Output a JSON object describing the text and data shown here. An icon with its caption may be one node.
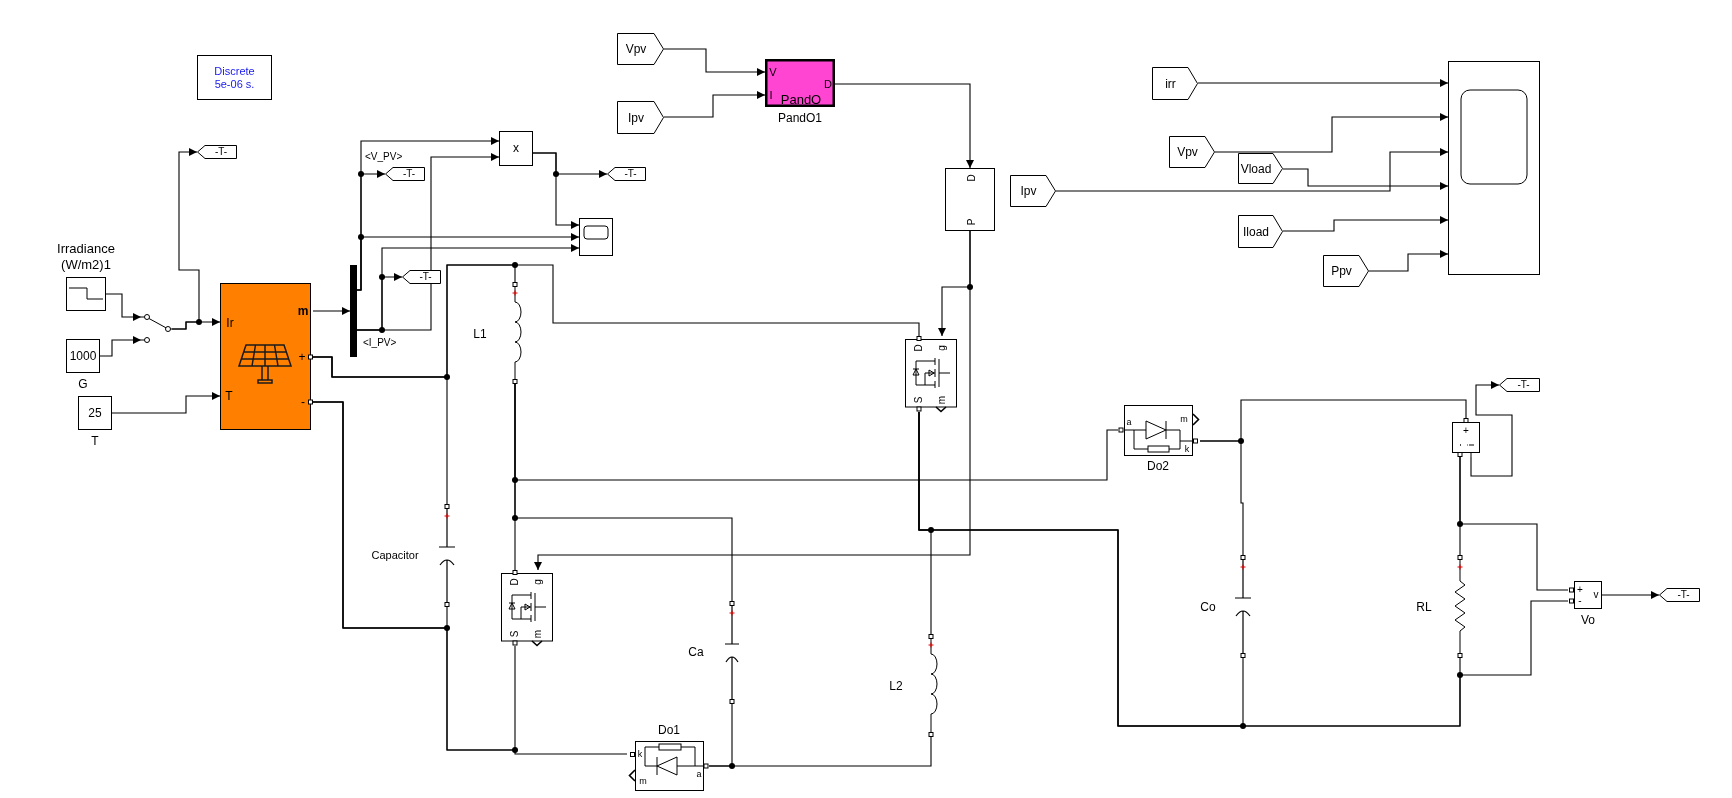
{
  "diagram": {
    "nodes": [
      {
        "text": [
          "Discrete 5e-06 s."
        ]
      },
      {
        "text": [
          "Vpv"
        ]
      },
      {
        "text": [
          "Ipv"
        ]
      },
      {
        "text": [
          "V",
          "D",
          "I",
          "PandO"
        ],
        "beside": [
          "PandO1"
        ]
      },
      {
        "text": [
          "irr"
        ]
      },
      {
        "text": [
          "Vpv"
        ]
      },
      {
        "text": [
          "Vload"
        ]
      },
      {
        "text": [
          "Ipv"
        ]
      },
      {
        "text": [
          "Iload"
        ]
      },
      {
        "text": [
          "Ppv"
        ]
      },
      {
        "text": [],
        "shape": "box"
      },
      {
        "text": [
          "-T-"
        ]
      },
      {
        "text": [
          "x"
        ]
      },
      {
        "text": [
          "-T-"
        ]
      },
      {
        "text": [
          "-T-"
        ]
      },
      {
        "text": [
          "D",
          "P"
        ]
      },
      {
        "text": [],
        "shape": "box"
      },
      {
        "text": [],
        "shape": "box",
        "beside": [
          "Irradiance (W/m2)1"
        ]
      },
      {
        "text": [
          "-T-"
        ]
      },
      {
        "text": [],
        "shape": "bar"
      },
      {
        "text": [
          "Ir",
          "m",
          "+",
          "T",
          "-"
        ]
      },
      {
        "text": [],
        "shape": "switch"
      },
      {
        "text": [
          "1000"
        ],
        "beside": [
          "G"
        ]
      },
      {
        "text": [
          "25"
        ],
        "beside": [
          "T"
        ]
      },
      {
        "text": [],
        "shape": "inductor",
        "beside": [
          "L1"
        ]
      },
      {
        "text": [
          "D",
          "g",
          "S",
          "m"
        ]
      },
      {
        "text": [],
        "shape": "capacitor",
        "beside": [
          "Capacitor"
        ]
      },
      {
        "text": [
          "D",
          "g",
          "S",
          "m"
        ]
      },
      {
        "text": [],
        "shape": "capacitor",
        "beside": [
          "Ca"
        ]
      },
      {
        "text": [],
        "shape": "inductor",
        "beside": [
          "L2"
        ]
      },
      {
        "text": [
          "k",
          "a",
          "m"
        ],
        "beside": [
          "Do1"
        ]
      },
      {
        "text": [
          "a",
          "m",
          "k"
        ],
        "beside": [
          "Do2"
        ]
      },
      {
        "text": [
          "+",
          "-",
          "i"
        ]
      },
      {
        "text": [
          "-T-"
        ]
      },
      {
        "text": [],
        "shape": "capacitor",
        "beside": [
          "Co"
        ]
      },
      {
        "text": [],
        "shape": "resistor",
        "beside": [
          "RL"
        ]
      },
      {
        "text": [
          "+",
          "-",
          "v"
        ],
        "beside": [
          "Vo"
        ]
      },
      {
        "text": [
          "-T-"
        ]
      }
    ],
    "edges": [
      {
        "from": 1,
        "to": 3,
        "arrow": "to"
      },
      {
        "from": 2,
        "to": 3,
        "arrow": "to"
      },
      {
        "from": 3,
        "to": 15,
        "arrow": "to"
      },
      {
        "from": 4,
        "to": 10,
        "arrow": "to"
      },
      {
        "from": 5,
        "to": 10,
        "arrow": "to"
      },
      {
        "from": 7,
        "to": 10,
        "arrow": "to"
      },
      {
        "from": 6,
        "to": 10,
        "arrow": "to"
      },
      {
        "from": 8,
        "to": 10,
        "arrow": "to"
      },
      {
        "from": 9,
        "to": 10,
        "arrow": "to"
      },
      {
        "from": 17,
        "to": 21,
        "arrow": "to"
      },
      {
        "from": 22,
        "to": 21,
        "arrow": "to"
      },
      {
        "from": 21,
        "to": 20,
        "arrow": "to"
      },
      {
        "from": 21,
        "to": 11,
        "arrow": "to"
      },
      {
        "from": 23,
        "to": 20,
        "arrow": "to"
      },
      {
        "from": 20,
        "to": 19,
        "arrow": "to"
      },
      {
        "from": 19,
        "to": 12,
        "arrow": "to",
        "label": "<V_PV>"
      },
      {
        "from": 19,
        "to": 13,
        "arrow": "to"
      },
      {
        "from": 19,
        "to": 16,
        "arrow": "to"
      },
      {
        "from": 19,
        "to": 12,
        "arrow": "to",
        "label": "<I_PV>"
      },
      {
        "from": 19,
        "to": 18,
        "arrow": "to"
      },
      {
        "from": 19,
        "to": 16,
        "arrow": "to"
      },
      {
        "from": 12,
        "to": 14,
        "arrow": "to"
      },
      {
        "from": 12,
        "to": 16,
        "arrow": "to"
      },
      {
        "from": 15,
        "to": 25,
        "arrow": "to"
      },
      {
        "from": 15,
        "to": 27,
        "arrow": "to"
      },
      {
        "from": 32,
        "to": 33,
        "arrow": "to"
      },
      {
        "from": 36,
        "to": 37,
        "arrow": "to"
      },
      {
        "from": 20,
        "to": 26,
        "arrow": "none"
      },
      {
        "from": 20,
        "to": 24,
        "arrow": "none"
      },
      {
        "from": 20,
        "to": 25,
        "arrow": "none"
      },
      {
        "from": 20,
        "to": 26,
        "arrow": "none"
      },
      {
        "from": 20,
        "to": 27,
        "arrow": "none"
      },
      {
        "from": 20,
        "to": 30,
        "arrow": "none"
      },
      {
        "from": 24,
        "to": 31,
        "arrow": "none"
      },
      {
        "from": 24,
        "to": 28,
        "arrow": "none"
      },
      {
        "from": 24,
        "to": 27,
        "arrow": "none"
      },
      {
        "from": 25,
        "to": 29,
        "arrow": "none"
      },
      {
        "from": 25,
        "to": 34,
        "arrow": "none"
      },
      {
        "from": 25,
        "to": 35,
        "arrow": "none"
      },
      {
        "from": 25,
        "to": 36,
        "arrow": "none"
      },
      {
        "from": 30,
        "to": 28,
        "arrow": "none"
      },
      {
        "from": 30,
        "to": 29,
        "arrow": "none"
      },
      {
        "from": 31,
        "to": 32,
        "arrow": "none"
      },
      {
        "from": 31,
        "to": 34,
        "arrow": "none"
      },
      {
        "from": 32,
        "to": 35,
        "arrow": "none"
      },
      {
        "from": 32,
        "to": 36,
        "arrow": "none"
      }
    ]
  }
}
